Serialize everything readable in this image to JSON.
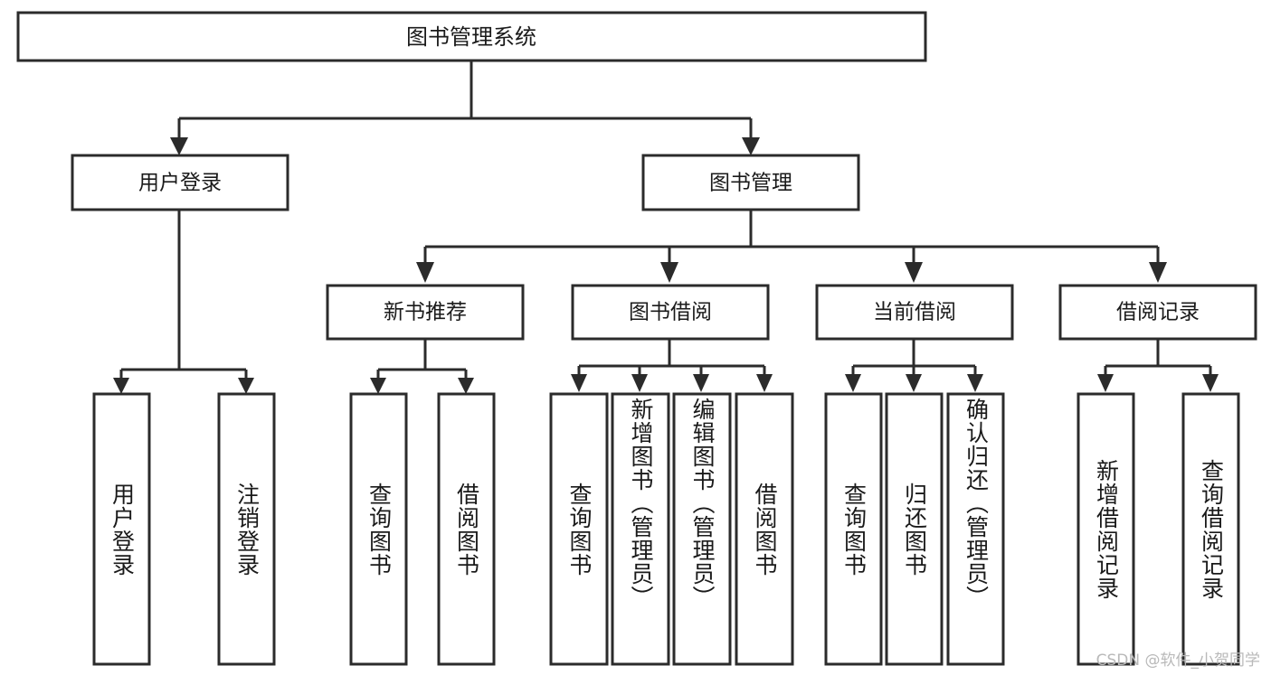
{
  "diagram": {
    "title": "图书管理系统",
    "type": "tree",
    "root": {
      "label": "图书管理系统"
    },
    "level2": [
      {
        "label": "用户登录"
      },
      {
        "label": "图书管理"
      }
    ],
    "level3": [
      {
        "label": "新书推荐"
      },
      {
        "label": "图书借阅"
      },
      {
        "label": "当前借阅"
      },
      {
        "label": "借阅记录"
      }
    ],
    "leaves": {
      "user_login": [
        {
          "label": "用户登录"
        },
        {
          "label": "注销登录"
        }
      ],
      "new_book": [
        {
          "label": "查询图书"
        },
        {
          "label": "借阅图书"
        }
      ],
      "book_borrow": [
        {
          "label": "查询图书"
        },
        {
          "label": "新增图书（管理员）"
        },
        {
          "label": "编辑图书（管理员）"
        },
        {
          "label": "借阅图书"
        }
      ],
      "current_borrow": [
        {
          "label": "查询图书"
        },
        {
          "label": "归还图书"
        },
        {
          "label": "确认归还（管理员）"
        }
      ],
      "borrow_record": [
        {
          "label": "新增借阅记录"
        },
        {
          "label": "查询借阅记录"
        }
      ]
    }
  },
  "watermark": {
    "text": "CSDN @软件_小贺同学"
  },
  "colors": {
    "background": "#ffffff",
    "box_stroke": "#2b2b2b",
    "box_fill": "#ffffff",
    "text": "#1a1a1a",
    "watermark": "#b9b9b9"
  }
}
